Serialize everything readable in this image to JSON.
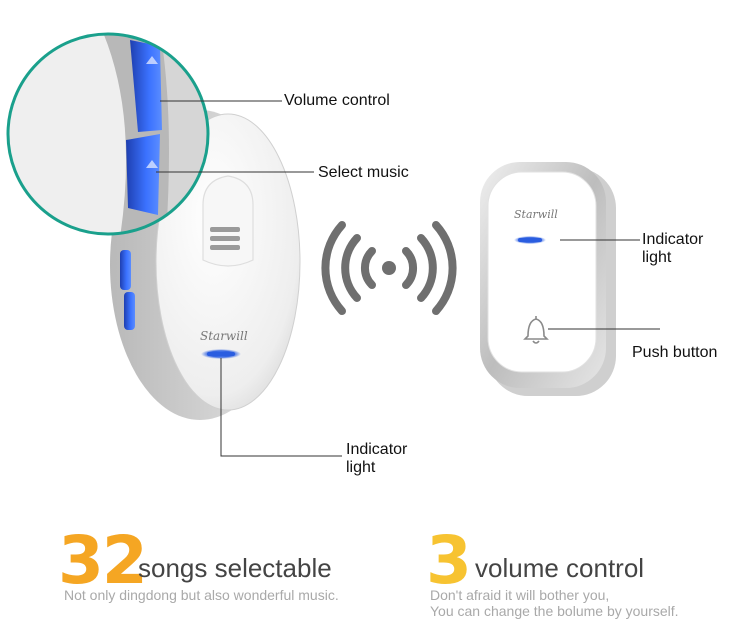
{
  "receiver": {
    "brand": "Starwill",
    "labels": {
      "volume_control": "Volume control",
      "select_music": "Select music",
      "indicator_light": "Indicator light"
    }
  },
  "transmitter": {
    "brand": "Starwill",
    "labels": {
      "indicator_light": "Indicator light",
      "push_button": "Push button"
    }
  },
  "features": [
    {
      "number": "32",
      "title": "songs selectable",
      "description": "Not only dingdong but also wonderful music.",
      "color": "#f5a623"
    },
    {
      "number": "3",
      "title": "volume control",
      "description_line1": "Don't afraid it will bother you,",
      "description_line2": "You can change the bolume by yourself.",
      "color": "#f7c331"
    }
  ],
  "colors": {
    "accent_blue": "#2a5de0",
    "teal_ring": "#1aa08c",
    "device_white": "#f2f2f2",
    "device_grey": "#a8a8a8"
  }
}
